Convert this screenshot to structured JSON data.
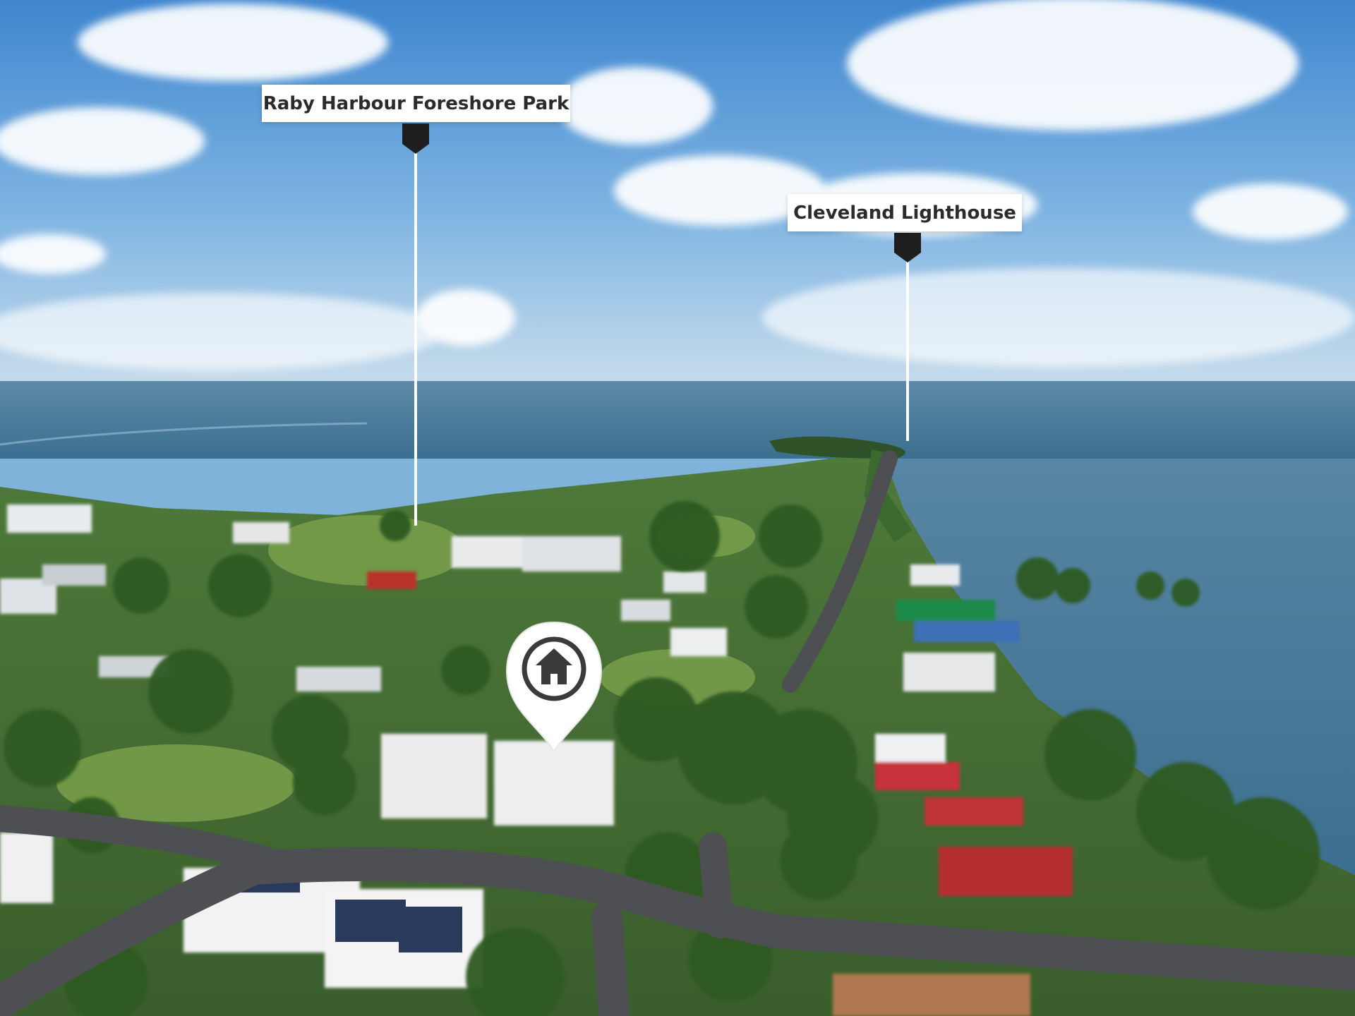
{
  "image": {
    "kind": "aerial-photo",
    "subject": "Coastal suburb with marked points of interest"
  },
  "markers": [
    {
      "label": "Raby Harbour Foreshore Park",
      "icon": "map-pin-icon"
    },
    {
      "label": "Cleveland Lighthouse",
      "icon": "map-pin-icon"
    }
  ],
  "property_marker": {
    "icon": "home-icon"
  },
  "colors": {
    "sky": "#6fa8dc",
    "sea": "#47708a",
    "label_bg": "#ffffff",
    "label_text": "#2b2b2b",
    "pin": "#1e1e1e"
  }
}
